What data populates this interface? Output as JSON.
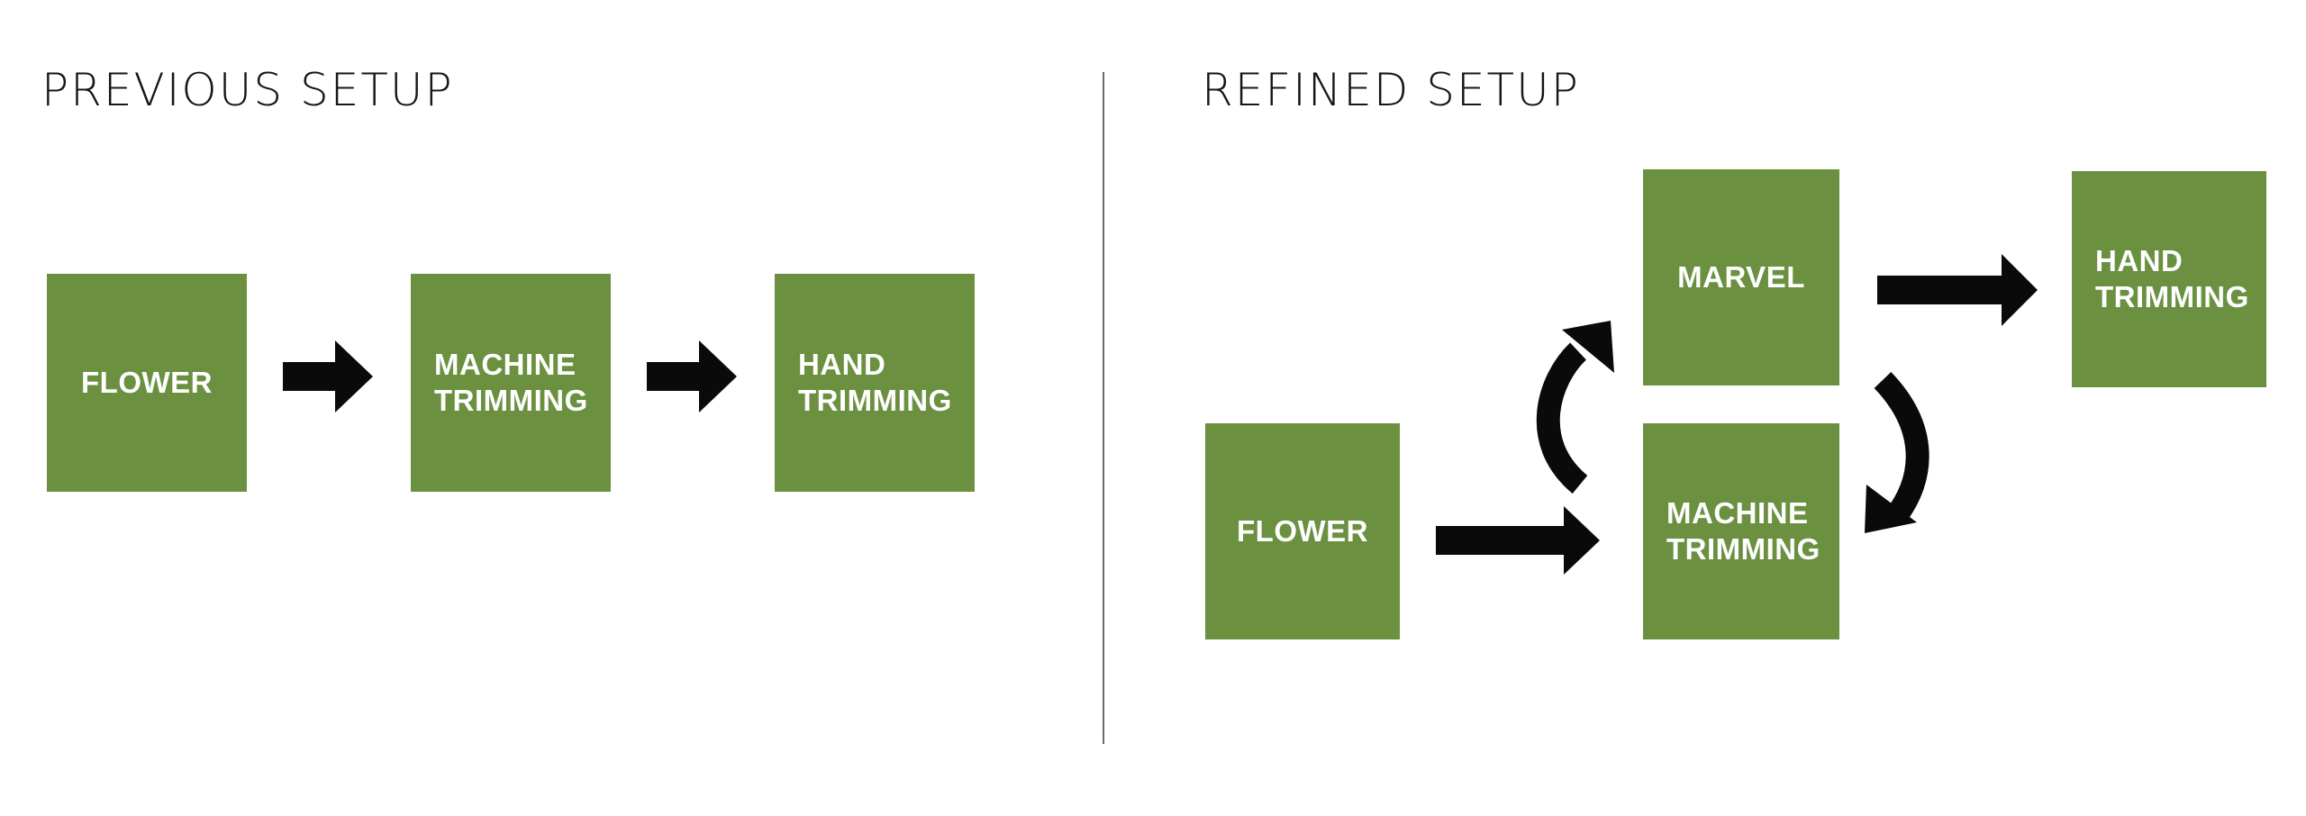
{
  "headings": {
    "previous": "PREVIOUS SETUP",
    "refined": "REFINED SETUP"
  },
  "previous": {
    "flower": "FLOWER",
    "machine_trimming": "MACHINE\nTRIMMING",
    "hand_trimming": "HAND\nTRIMMING"
  },
  "refined": {
    "flower": "FLOWER",
    "marvel": "MARVEL",
    "machine_trimming": "MACHINE\nTRIMMING",
    "hand_trimming": "HAND\nTRIMMING"
  },
  "colors": {
    "box_fill": "#6a9040",
    "arrow": "#0a0a0a",
    "divider": "#6b6b6b"
  }
}
